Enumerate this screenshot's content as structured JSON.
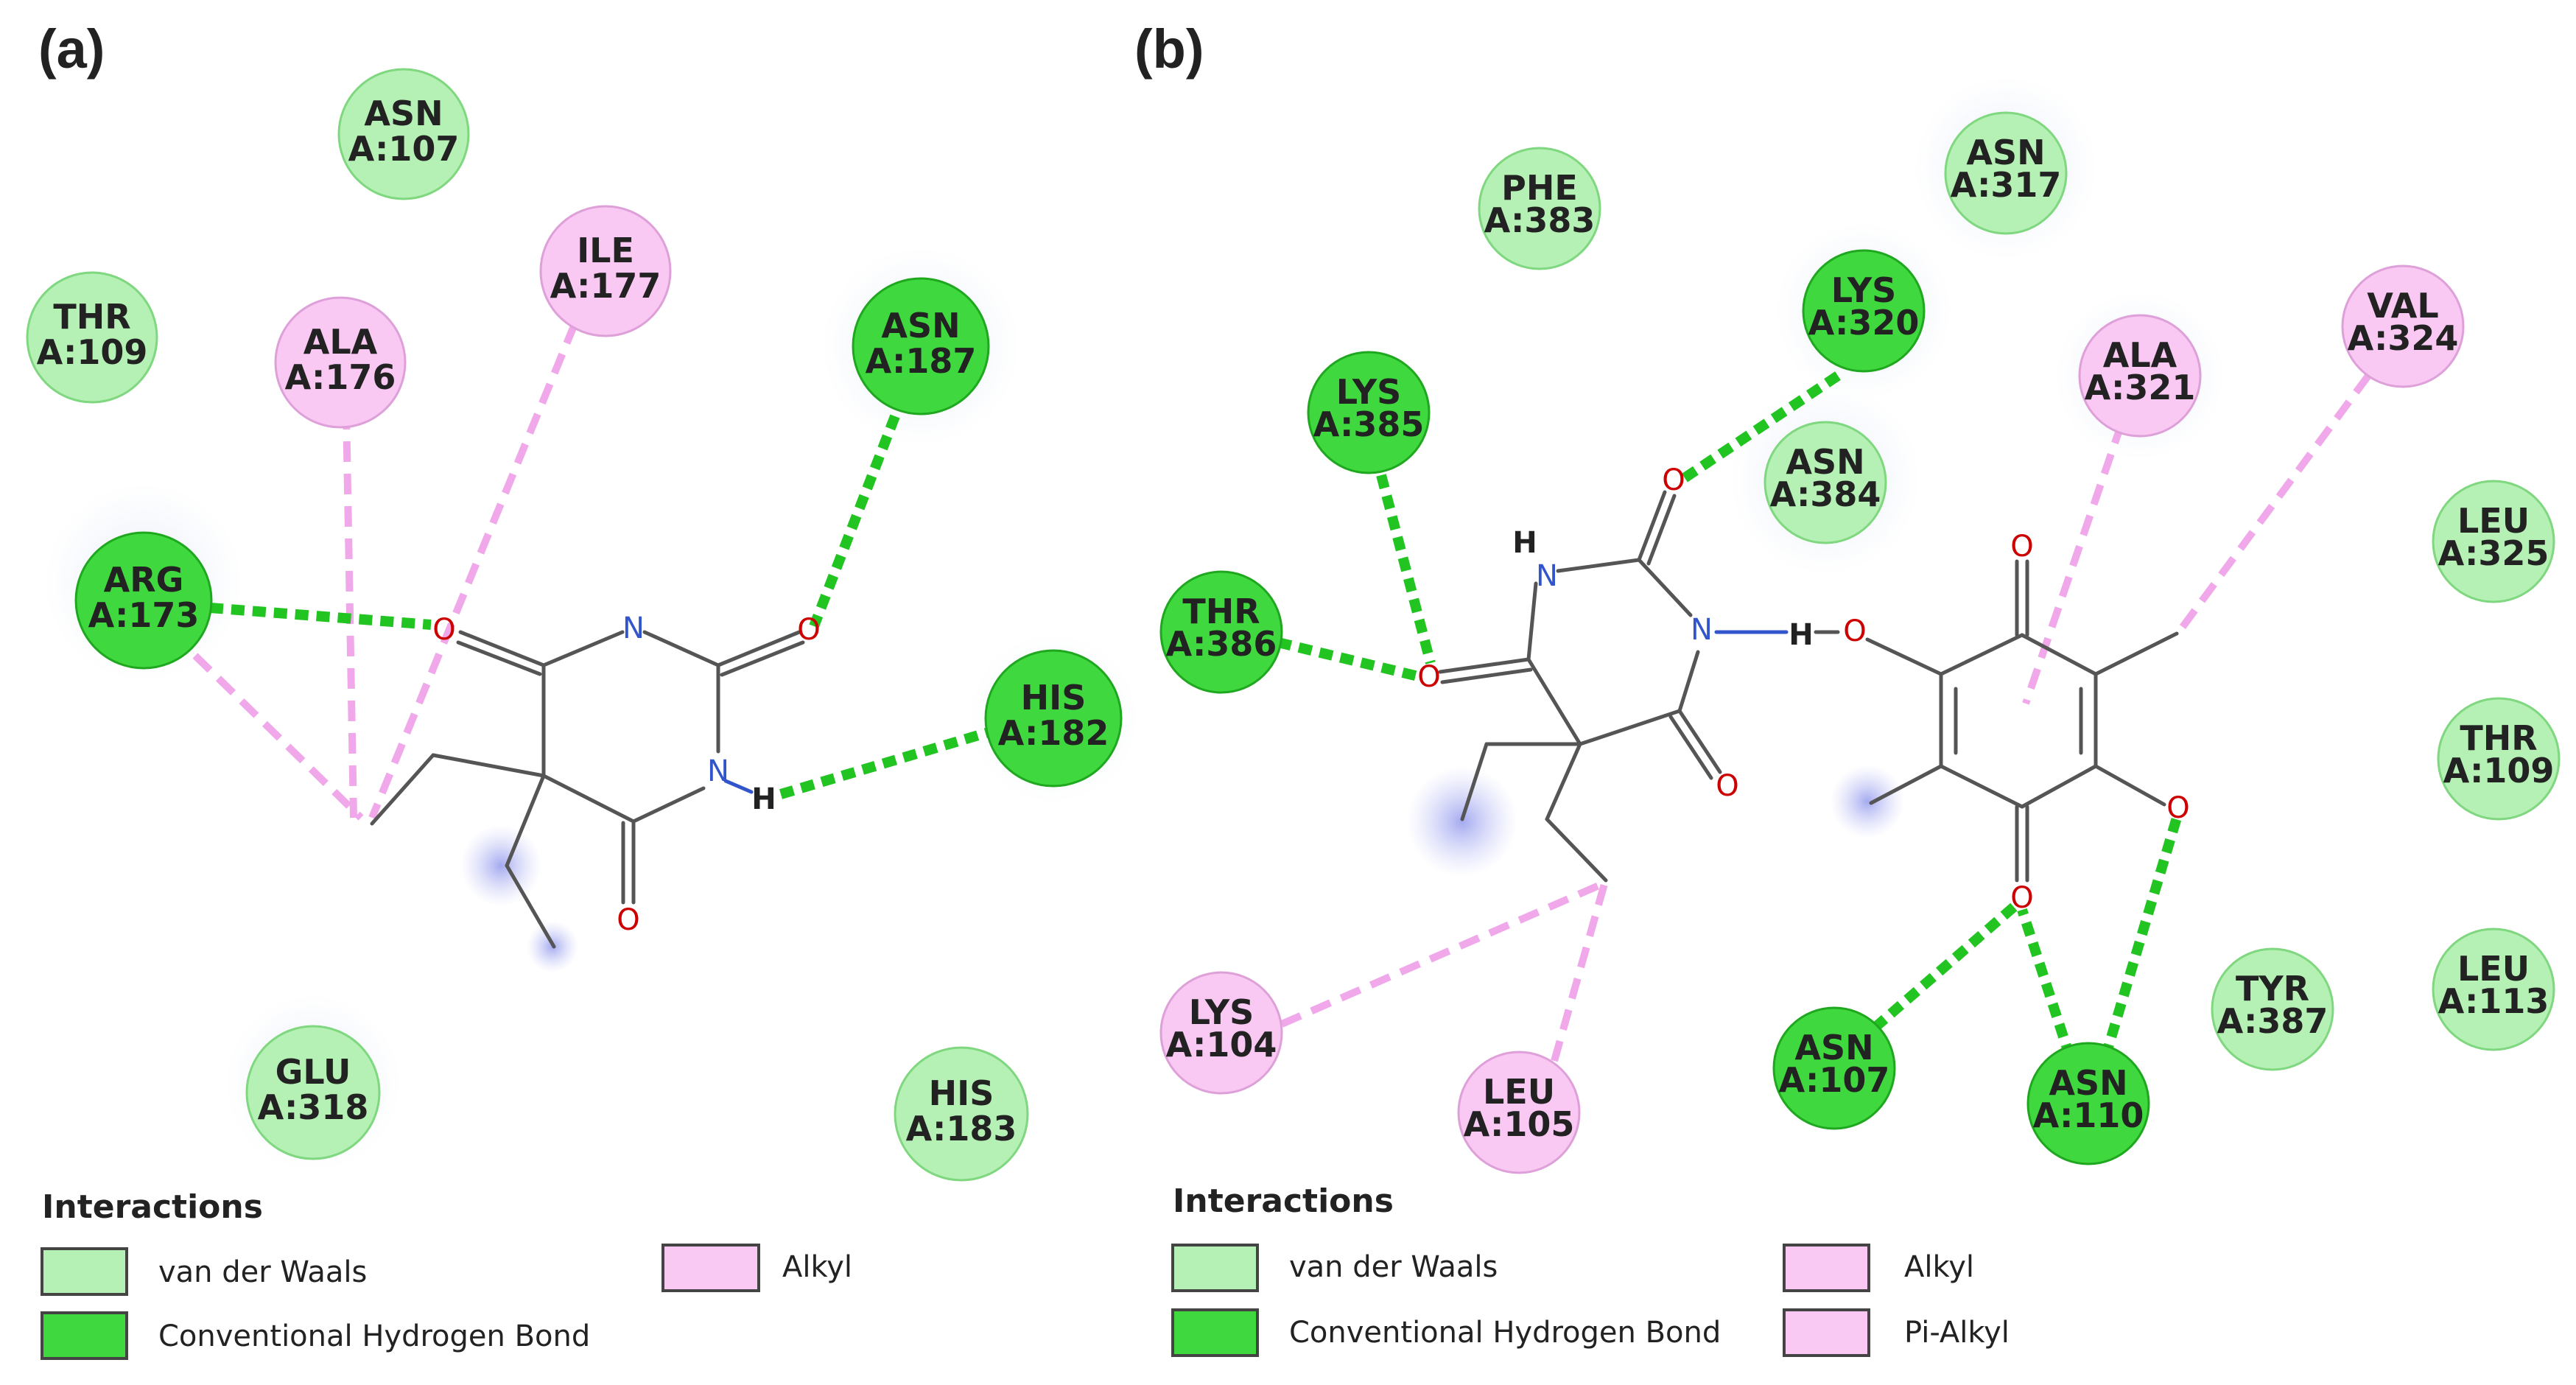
{
  "colors": {
    "vdw_fill": "#b5f0b5",
    "vdw_stroke": "#7fd77f",
    "hbond_fill": "#3fd83f",
    "hbond_stroke": "#1fa81f",
    "alkyl_fill": "#f9c8f3",
    "alkyl_stroke": "#dea0d8",
    "hbond_line": "#22c422",
    "alkyl_line": "#f0a8ea",
    "bond": "#555555",
    "oxygen": "#cc0000",
    "nitrogen": "#3355cc",
    "text": "#222222"
  },
  "panels": [
    {
      "label": "(a)",
      "residues": [
        {
          "id": "asn107",
          "name": "ASN",
          "num": "A:107",
          "kind": "vdw"
        },
        {
          "id": "thr109",
          "name": "THR",
          "num": "A:109",
          "kind": "vdw"
        },
        {
          "id": "ile177",
          "name": "ILE",
          "num": "A:177",
          "kind": "alkyl"
        },
        {
          "id": "ala176",
          "name": "ALA",
          "num": "A:176",
          "kind": "alkyl"
        },
        {
          "id": "asn187",
          "name": "ASN",
          "num": "A:187",
          "kind": "hbond"
        },
        {
          "id": "arg173",
          "name": "ARG",
          "num": "A:173",
          "kind": "hbond"
        },
        {
          "id": "his182",
          "name": "HIS",
          "num": "A:182",
          "kind": "hbond"
        },
        {
          "id": "glu318",
          "name": "GLU",
          "num": "A:318",
          "kind": "vdw"
        },
        {
          "id": "his183",
          "name": "HIS",
          "num": "A:183",
          "kind": "vdw"
        }
      ],
      "atoms": {
        "oxygen": "O",
        "nitrogen": "N",
        "hydrogen": "H"
      },
      "legend": {
        "title": "Interactions",
        "items": [
          {
            "label": "van der Waals",
            "kind": "vdw"
          },
          {
            "label": "Alkyl",
            "kind": "alkyl"
          },
          {
            "label": "Conventional Hydrogen Bond",
            "kind": "hbond"
          }
        ]
      }
    },
    {
      "label": "(b)",
      "residues": [
        {
          "id": "phe383",
          "name": "PHE",
          "num": "A:383",
          "kind": "vdw"
        },
        {
          "id": "asn317",
          "name": "ASN",
          "num": "A:317",
          "kind": "vdw"
        },
        {
          "id": "lys320",
          "name": "LYS",
          "num": "A:320",
          "kind": "hbond"
        },
        {
          "id": "val324",
          "name": "VAL",
          "num": "A:324",
          "kind": "alkyl"
        },
        {
          "id": "ala321",
          "name": "ALA",
          "num": "A:321",
          "kind": "alkyl"
        },
        {
          "id": "lys385",
          "name": "LYS",
          "num": "A:385",
          "kind": "hbond"
        },
        {
          "id": "asn384",
          "name": "ASN",
          "num": "A:384",
          "kind": "vdw"
        },
        {
          "id": "leu325",
          "name": "LEU",
          "num": "A:325",
          "kind": "vdw"
        },
        {
          "id": "thr386",
          "name": "THR",
          "num": "A:386",
          "kind": "hbond"
        },
        {
          "id": "thr109",
          "name": "THR",
          "num": "A:109",
          "kind": "vdw"
        },
        {
          "id": "lys104",
          "name": "LYS",
          "num": "A:104",
          "kind": "alkyl"
        },
        {
          "id": "leu105",
          "name": "LEU",
          "num": "A:105",
          "kind": "alkyl"
        },
        {
          "id": "asn107",
          "name": "ASN",
          "num": "A:107",
          "kind": "hbond"
        },
        {
          "id": "asn110",
          "name": "ASN",
          "num": "A:110",
          "kind": "hbond"
        },
        {
          "id": "tyr387",
          "name": "TYR",
          "num": "A:387",
          "kind": "vdw"
        },
        {
          "id": "leu113",
          "name": "LEU",
          "num": "A:113",
          "kind": "vdw"
        }
      ],
      "atoms": {
        "oxygen": "O",
        "nitrogen": "N",
        "hydrogen": "H"
      },
      "legend": {
        "title": "Interactions",
        "items": [
          {
            "label": "van der Waals",
            "kind": "vdw"
          },
          {
            "label": "Alkyl",
            "kind": "alkyl"
          },
          {
            "label": "Conventional Hydrogen Bond",
            "kind": "hbond"
          },
          {
            "label": "Pi-Alkyl",
            "kind": "alkyl"
          }
        ]
      }
    }
  ]
}
